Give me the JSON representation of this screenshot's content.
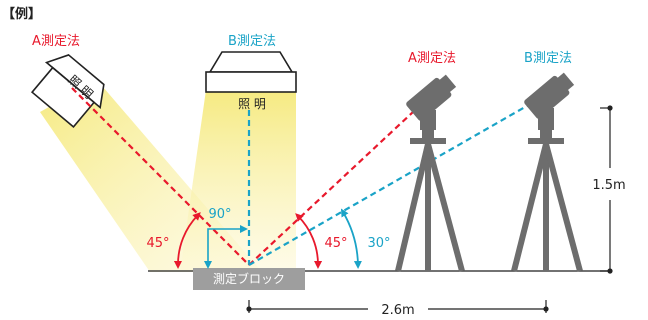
{
  "example_label": "【例】",
  "method_a": "A測定法",
  "method_b": "B測定法",
  "lighting_a": "照 明",
  "lighting_b": "照 明",
  "block_label": "測定ブロック",
  "angle_90": "90°",
  "angle_45_left": "45°",
  "angle_45_right": "45°",
  "angle_30": "30°",
  "height_label": "1.5m",
  "distance_label": "2.6m",
  "colors": {
    "method_a": "#e8192c",
    "method_b": "#1aa3c7",
    "tripod": "#6d6d6d",
    "block": "#9e9e9e",
    "light": "#f7ec8e"
  }
}
